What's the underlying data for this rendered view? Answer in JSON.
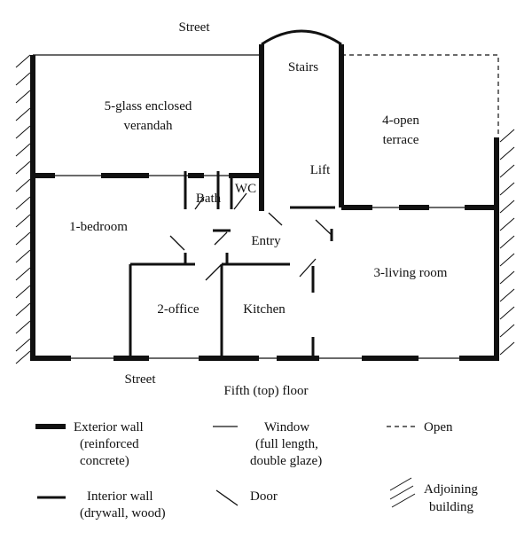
{
  "labels": {
    "street_top": "Street",
    "street_bottom": "Street",
    "stairs": "Stairs",
    "verandah_line1": "5-glass enclosed",
    "verandah_line2": "verandah",
    "terrace_line1": "4-open",
    "terrace_line2": "terrace",
    "lift": "Lift",
    "bath": "Bath",
    "wc": "WC",
    "bedroom": "1-bedroom",
    "entry": "Entry",
    "living_room": "3-living room",
    "office": "2-office",
    "kitchen": "Kitchen",
    "floor_caption": "Fifth (top) floor"
  },
  "legend": {
    "exterior_wall": [
      "Exterior wall",
      "(reinforced",
      "concrete)"
    ],
    "interior_wall": [
      "Interior wall",
      "(drywall, wood)"
    ],
    "window": [
      "Window",
      "(full length,",
      "double glaze)"
    ],
    "door": [
      "Door"
    ],
    "open": [
      "Open"
    ],
    "adjoining": [
      "Adjoining",
      "building"
    ]
  }
}
